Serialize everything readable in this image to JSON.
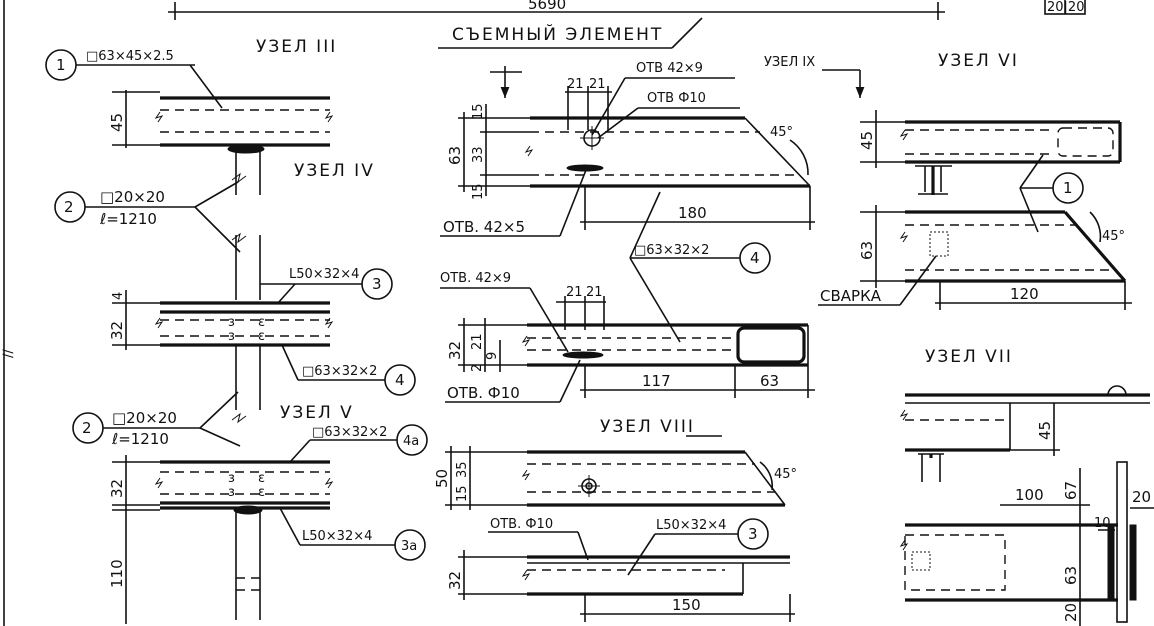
{
  "top": {
    "overall_dim": "5690",
    "removable_element": "СЪЕМНЫЙ ЭЛЕМЕНТ",
    "corner_dims": "20|20"
  },
  "node3": {
    "title": "УЗЕЛ III",
    "callout1_num": "1",
    "callout1_text": "□63×45×2.5",
    "dim45": "45",
    "callout2_num": "2",
    "callout2_line1": "□20×20",
    "callout2_line2": "ℓ=1210"
  },
  "node4": {
    "title": "УЗЕЛ IV",
    "angle_label": "L50×32×4",
    "angle_num": "3",
    "dim32": "32",
    "dim4": "4",
    "tube_label": "□63×32×2",
    "tube_num": "4"
  },
  "node5": {
    "callout2_num": "2",
    "callout2_line1": "□20×20",
    "callout2_line2": "ℓ=1210",
    "title": "УЗЕЛ V",
    "tube_label": "□63×32×2",
    "tube_num": "4а",
    "dim32": "32",
    "angle_label": "L50×32×4",
    "angle_num": "3а",
    "dim110": "110"
  },
  "node9": {
    "title": "УЗЕЛ IX",
    "hole_top1": "ОТВ 42×9",
    "hole_top2": "ОТВ Ф10",
    "dim21a": "21",
    "dim21b": "21",
    "dim15a": "15",
    "dim33": "33",
    "dim15b": "15",
    "dim63": "63",
    "angle": "45°",
    "dim180": "180",
    "hole_bottom": "ОТВ. 42×5",
    "tube_label": "□63×32×2",
    "tube_num": "4"
  },
  "lower_view": {
    "hole1": "ОТВ. 42×9",
    "dim21a": "21",
    "dim21b": "21",
    "dim32": "32",
    "dim21": "21",
    "dim9": "9",
    "dim2": "2",
    "dim117": "117",
    "dim63": "63",
    "hole2": "ОТВ. Ф10"
  },
  "node8": {
    "title": "УЗЕЛ VIII",
    "dim50": "50",
    "dim15": "15",
    "dim35": "35",
    "angle": "45°",
    "hole": "ОТВ. Ф10",
    "angle_label": "L50×32×4",
    "angle_num": "3",
    "dim32": "32",
    "dim150": "150"
  },
  "node6": {
    "title": "УЗЕЛ VI",
    "dim45": "45",
    "callout_num": "1",
    "dim63": "63",
    "angle": "45°",
    "weld": "СВАРКА",
    "dim120": "120"
  },
  "node7": {
    "title": "УЗЕЛ VII",
    "dim45": "45",
    "dim100": "100",
    "dim67": "67",
    "dim20a": "20",
    "dim10": "10",
    "dim63": "63",
    "dim20b": "20"
  }
}
